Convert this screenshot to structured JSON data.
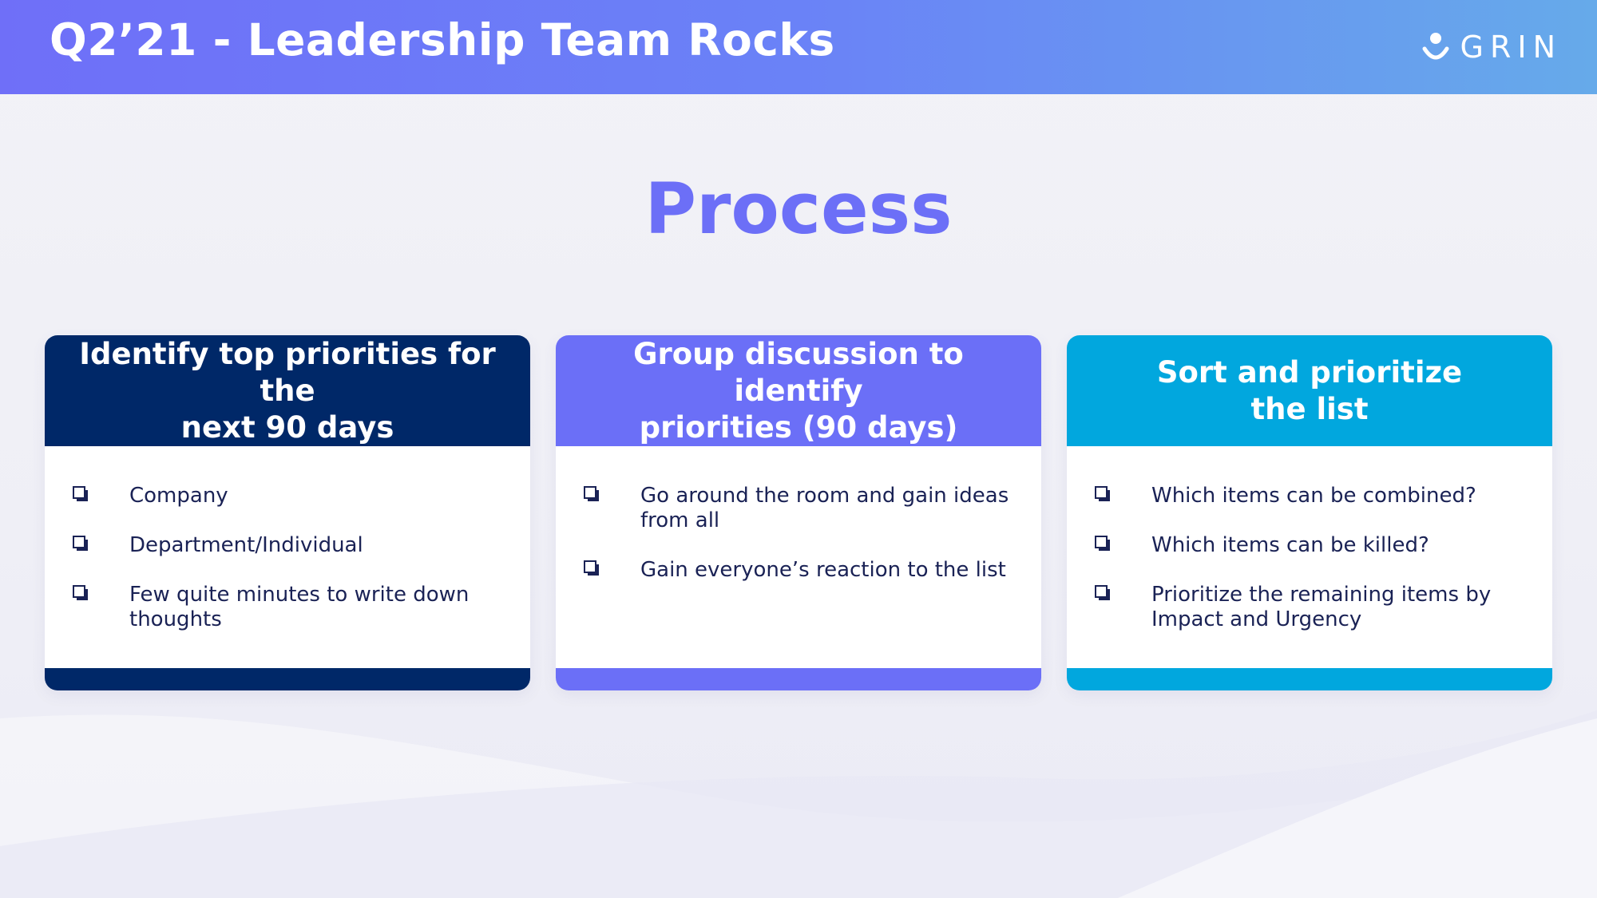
{
  "header": {
    "title": "Q2’21 - Leadership Team Rocks",
    "logo_text": "GRIN",
    "logo_icon": "person-icon",
    "gradient": [
      "#6f6ff8",
      "#66aaea"
    ]
  },
  "main": {
    "heading": "Process",
    "heading_color": "#6c6ff7",
    "cards": [
      {
        "title": "Identify top priorities for the\nnext 90 days",
        "color": "#002868",
        "items": [
          "Company",
          "Department/Individual",
          "Few quite minutes to write down thoughts"
        ]
      },
      {
        "title": "Group discussion to identify\npriorities (90 days)",
        "color": "#6b6ff7",
        "items": [
          "Go around the room and gain ideas from all",
          "Gain everyone’s reaction to the list"
        ]
      },
      {
        "title": "Sort and prioritize\nthe list",
        "color": "#01a7de",
        "items": [
          "Which items can be combined?",
          "Which items can be killed?",
          "Prioritize the remaining items by Impact and Urgency"
        ]
      }
    ],
    "bullet_icon": "checkbox-bullet-icon"
  }
}
